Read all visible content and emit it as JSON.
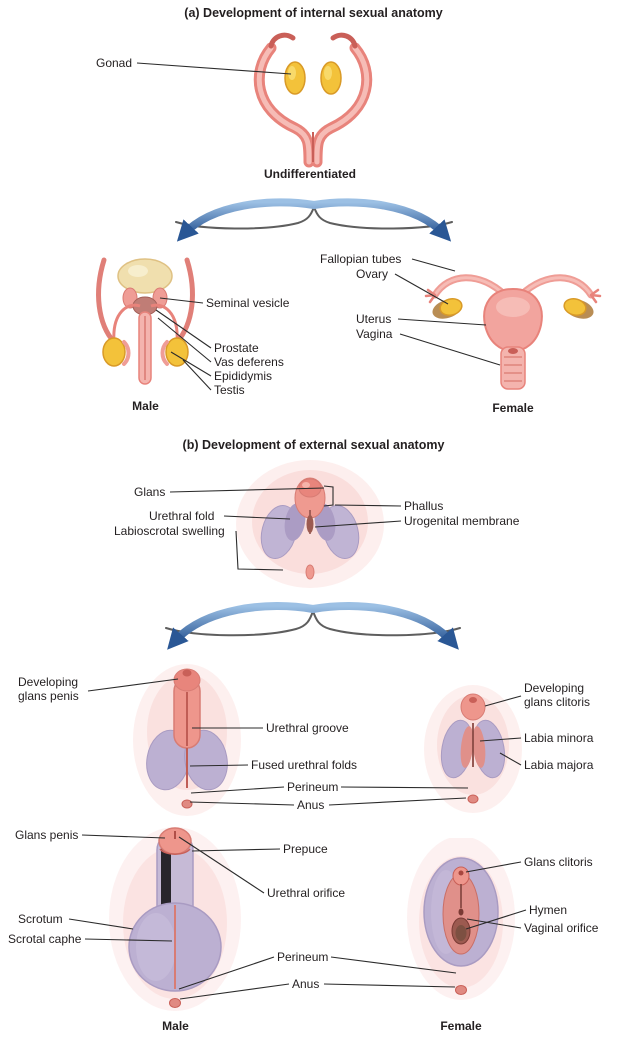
{
  "page": {
    "background": "#ffffff",
    "text_color": "#231f20"
  },
  "colors": {
    "text_color": "#231f20",
    "leader_line": "#2b2b2b",
    "skin_pink": "#f2a49e",
    "deep_pink": "#e8837b",
    "gonad_yellow": "#f3c23a",
    "lavender": "#bcb0d2",
    "arrow_blue_dark": "#2a5795",
    "arrow_blue_light": "#9cc0e4"
  },
  "section_a": {
    "title": "(a) Development of internal sexual anatomy",
    "labels": {
      "gonad": "Gonad",
      "undifferentiated": "Undifferentiated",
      "seminal_vesicle": "Seminal vesicle",
      "prostate": "Prostate",
      "vas_deferens": "Vas deferens",
      "epididymis": "Epididymis",
      "testis": "Testis",
      "male_caption": "Male",
      "fallopian_tubes": "Fallopian tubes",
      "ovary": "Ovary",
      "uterus": "Uterus",
      "vagina": "Vagina",
      "female_caption": "Female"
    }
  },
  "section_b": {
    "title": "(b) Development of external sexual anatomy",
    "undifferentiated": {
      "glans": "Glans",
      "urethral_fold": "Urethral fold",
      "labioscrotal_swelling": "Labioscrotal swelling",
      "phallus": "Phallus",
      "urogenital_membrane": "Urogenital membrane"
    },
    "intermediate": {
      "developing_glans_penis": "Developing\nglans penis",
      "urethral_groove": "Urethral groove",
      "fused_urethral_folds": "Fused urethral folds",
      "perineum": "Perineum",
      "anus": "Anus",
      "developing_glans_clitoris": "Developing\nglans clitoris",
      "labia_minora": "Labia minora",
      "labia_majora": "Labia majora"
    },
    "final": {
      "glans_penis": "Glans penis",
      "prepuce": "Prepuce",
      "urethral_orifice": "Urethral orifice",
      "scrotum": "Scrotum",
      "scrotal_raphe": "Scrotal caphe",
      "perineum": "Perineum",
      "anus": "Anus",
      "glans_clitoris": "Glans clitoris",
      "hymen": "Hymen",
      "vaginal_orifice": "Vaginal orifice",
      "male_caption": "Male",
      "female_caption": "Female"
    }
  }
}
